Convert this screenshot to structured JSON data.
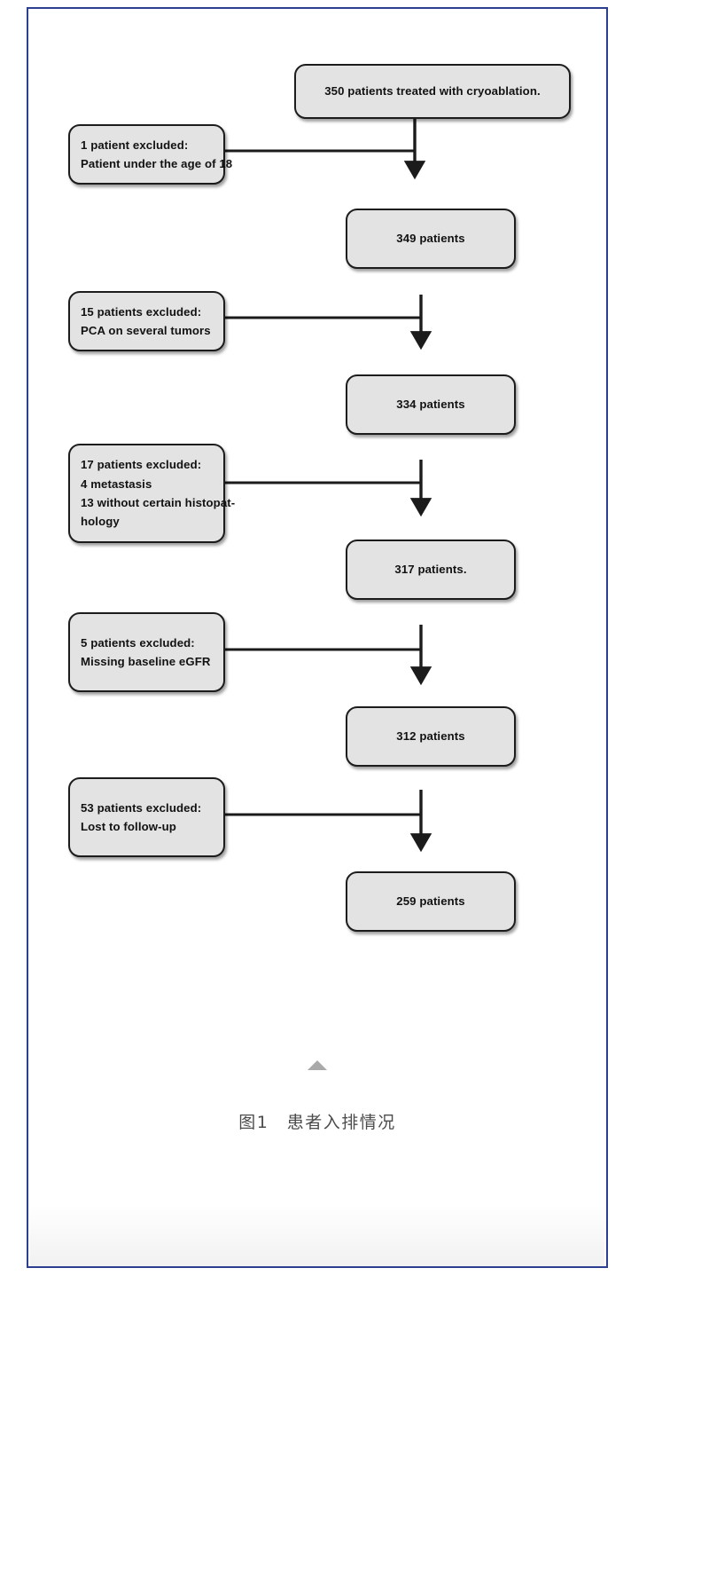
{
  "figure": {
    "caption": "图1　患者入排情况",
    "caption_marker": "triangle-up-marker",
    "border_color": "#2c3e8f",
    "node_fill": "#e3e3e3",
    "node_border": "#1c1c1c"
  },
  "flow": {
    "cohort_nodes": [
      {
        "id": "cohort-0",
        "lines": [
          "350 patients treated with cryoablation."
        ]
      },
      {
        "id": "cohort-1",
        "lines": [
          "349 patients"
        ]
      },
      {
        "id": "cohort-2",
        "lines": [
          "334 patients"
        ]
      },
      {
        "id": "cohort-3",
        "lines": [
          "317 patients."
        ]
      },
      {
        "id": "cohort-4",
        "lines": [
          "312 patients"
        ]
      },
      {
        "id": "cohort-5",
        "lines": [
          "259 patients"
        ]
      }
    ],
    "exclusion_nodes": [
      {
        "id": "exclusion-1",
        "count": 1,
        "lines": [
          "1 patient excluded:",
          "Patient under the age of 18"
        ]
      },
      {
        "id": "exclusion-2",
        "count": 15,
        "lines": [
          "15 patients excluded:",
          "PCA on several tumors"
        ]
      },
      {
        "id": "exclusion-3",
        "count": 17,
        "lines": [
          "17 patients excluded:",
          "4 metastasis",
          "13 without certain histopat-",
          "hology"
        ]
      },
      {
        "id": "exclusion-4",
        "count": 5,
        "lines": [
          "5 patients excluded:",
          "Missing baseline eGFR"
        ]
      },
      {
        "id": "exclusion-5",
        "count": 53,
        "lines": [
          "53 patients excluded:",
          "Lost to follow-up"
        ]
      }
    ]
  }
}
